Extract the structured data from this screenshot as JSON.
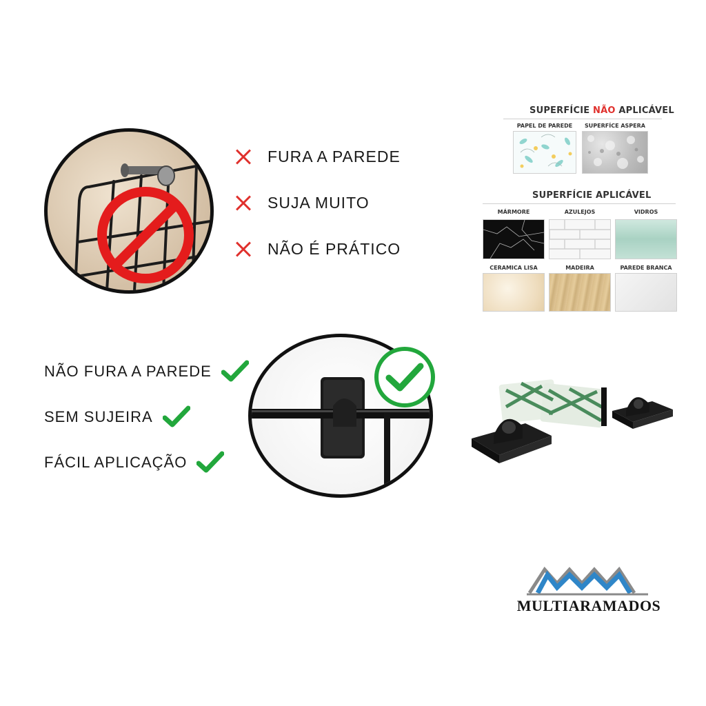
{
  "disadvantages": [
    {
      "icon": "x-icon",
      "text": "FURA A PAREDE"
    },
    {
      "icon": "x-icon",
      "text": "SUJA MUITO"
    },
    {
      "icon": "x-icon",
      "text": "NÃO É PRÁTICO"
    }
  ],
  "advantages": [
    {
      "icon": "check-icon",
      "text": "NÃO FURA A PAREDE"
    },
    {
      "icon": "check-icon",
      "text": "SEM SUJEIRA"
    },
    {
      "icon": "check-icon",
      "text": "FÁCIL APLICAÇÃO"
    }
  ],
  "surfaces": {
    "not_applicable": {
      "title_prefix": "SUPERFÍCIE ",
      "title_highlight": "NÃO",
      "title_suffix": " APLICÁVEL",
      "items": [
        "PAPEL DE PAREDE",
        "SUPERFÍCE ASPERA"
      ]
    },
    "applicable": {
      "title": "SUPERFÍCIE APLICÁVEL",
      "items": [
        "MÁRMORE",
        "AZULEJOS",
        "VIDROS",
        "CERAMICA LISA",
        "MADEIRA",
        "PAREDE BRANCA"
      ]
    }
  },
  "brand": {
    "name": "MULTIARAMADOS"
  },
  "colors": {
    "negative": "#e0312d",
    "positive": "#22a73c",
    "logo_blue": "#2f86c8",
    "logo_grey": "#8a8a8a"
  }
}
